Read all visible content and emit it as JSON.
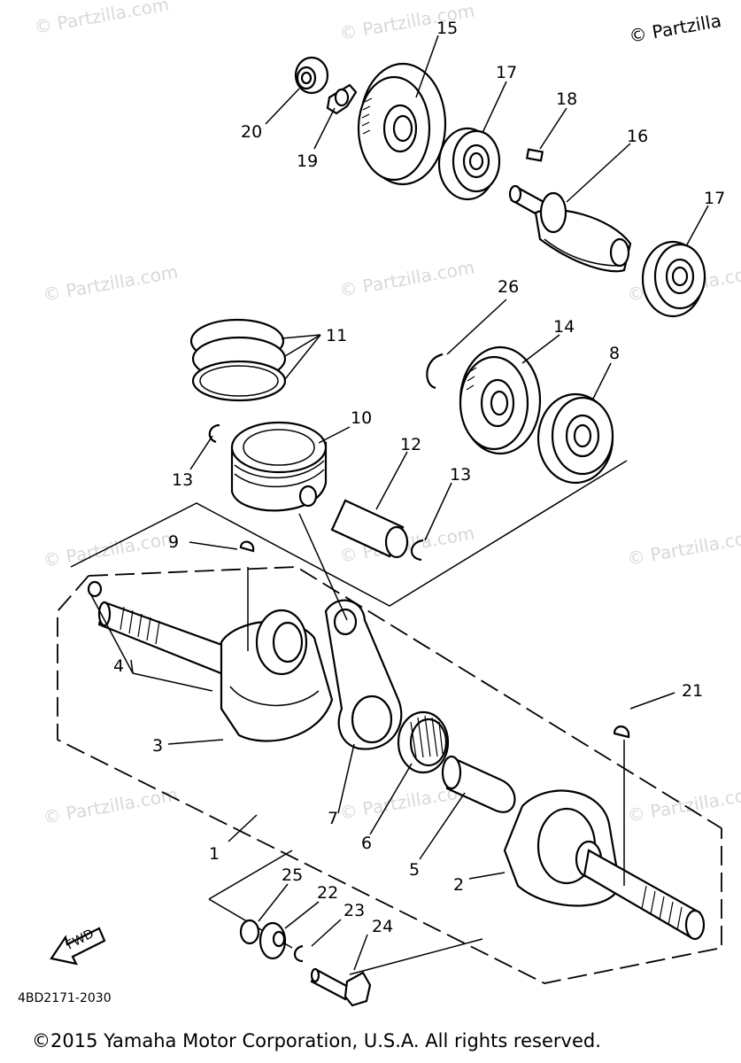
{
  "brand": "© Partzilla",
  "watermark": "© Partzilla.com",
  "diagram_code": "4BD2171-2030",
  "direction_label": "FWD",
  "copyright": "©2015 Yamaha Motor Corporation, U.S.A. All rights reserved.",
  "callouts": {
    "p1": "1",
    "p2": "2",
    "p3": "3",
    "p4": "4",
    "p5": "5",
    "p6": "6",
    "p7": "7",
    "p8": "8",
    "p9": "9",
    "p10": "10",
    "p11": "11",
    "p12": "12",
    "p13a": "13",
    "p13b": "13",
    "p14": "14",
    "p15": "15",
    "p16": "16",
    "p17a": "17",
    "p17b": "17",
    "p18": "18",
    "p19": "19",
    "p20": "20",
    "p21": "21",
    "p22": "22",
    "p23": "23",
    "p24": "24",
    "p25": "25",
    "p26": "26"
  }
}
